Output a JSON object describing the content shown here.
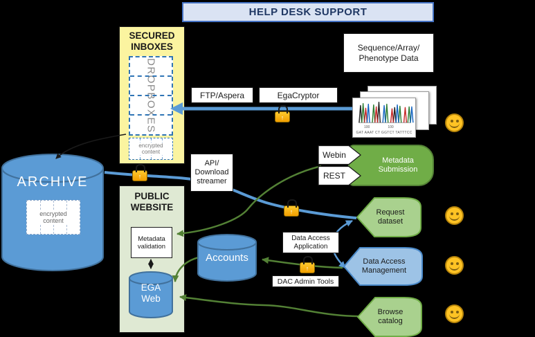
{
  "header": {
    "help_desk": "HELP DESK SUPPORT"
  },
  "secured_inboxes": {
    "title_lines": [
      "SECURED",
      "INBOXES"
    ],
    "dropboxes": "DROPBOXES",
    "encrypted_lines": [
      "encrypted",
      "content"
    ]
  },
  "archive": {
    "title": "ARCHIVE",
    "encrypted_lines": [
      "encrypted",
      "content"
    ]
  },
  "public_website": {
    "title_lines": [
      "PUBLIC",
      "WEBSITE"
    ],
    "metadata_validation_lines": [
      "Metadata",
      "validation"
    ],
    "ega_web_lines": [
      "EGA",
      "Web"
    ]
  },
  "accounts": {
    "label": "Accounts"
  },
  "transfer": {
    "ftp": "FTP/Aspera",
    "egacryptor": "EgaCryptor"
  },
  "api_box_lines": [
    "API/",
    "Download",
    "streamer"
  ],
  "sequence_box_lines": [
    "Sequence/Array/",
    "Phenotype Data"
  ],
  "submission": {
    "webin": "Webin",
    "rest": "REST",
    "metadata_lines": [
      "Metadata",
      "Submission"
    ]
  },
  "access": {
    "request_lines": [
      "Request",
      "dataset"
    ],
    "management_lines": [
      "Data Access",
      "Management"
    ],
    "browse_lines": [
      "Browse",
      "catalog"
    ],
    "application_lines": [
      "Data Access",
      "Application"
    ],
    "dac_admin": "DAC Admin Tools"
  },
  "chromatogram": {
    "ticks": [
      "100",
      "100"
    ],
    "sequence": "GAT AAAT CT GGTCT TATTTCC"
  },
  "colors": {
    "blue_line": "#5B9BD5",
    "green_line": "#538135",
    "cylinder_fill": "#5B9BD5",
    "cylinder_stroke": "#41719C",
    "hex_green_fill": "#A9D18E",
    "hex_green_stroke": "#70AD47",
    "hex_blue_fill": "#9DC3E6",
    "submission_green": "#70AD47",
    "inbox_yellow": "#FBF4A0",
    "website_green": "#DFE9D3",
    "helpdesk_fill": "#DAE3F3",
    "helpdesk_border": "#4472C4",
    "lock_orange": "#F5A700",
    "smiley_yellow": "#FFC324"
  }
}
